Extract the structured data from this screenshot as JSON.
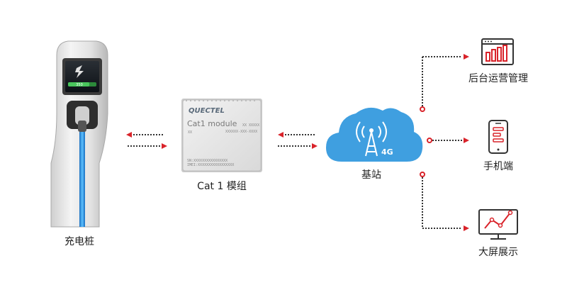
{
  "charger": {
    "label": "充电桩",
    "screen_value": "350"
  },
  "module": {
    "label": "Cat 1 模组",
    "brand": "QUECTEL",
    "title": "Cat1 module",
    "line_a_left": "XX",
    "line_a_right": "XX XXXXX",
    "line_b_right": "XXXXXX-XXX-XXXX",
    "serial_1": "SN:XXXXXXXXXXXXXXXX",
    "serial_2": "IMEI:XXXXXXXXXXXXXXXXX"
  },
  "station": {
    "label": "基站",
    "network": "4G"
  },
  "targets": {
    "backend": "后台运营管理",
    "mobile": "手机端",
    "bigscreen": "大屏展示"
  },
  "colors": {
    "arrow_red": "#d9232a",
    "dots": "#333333",
    "cloud": "#3f9fe0",
    "icon_red": "#d9232a"
  }
}
